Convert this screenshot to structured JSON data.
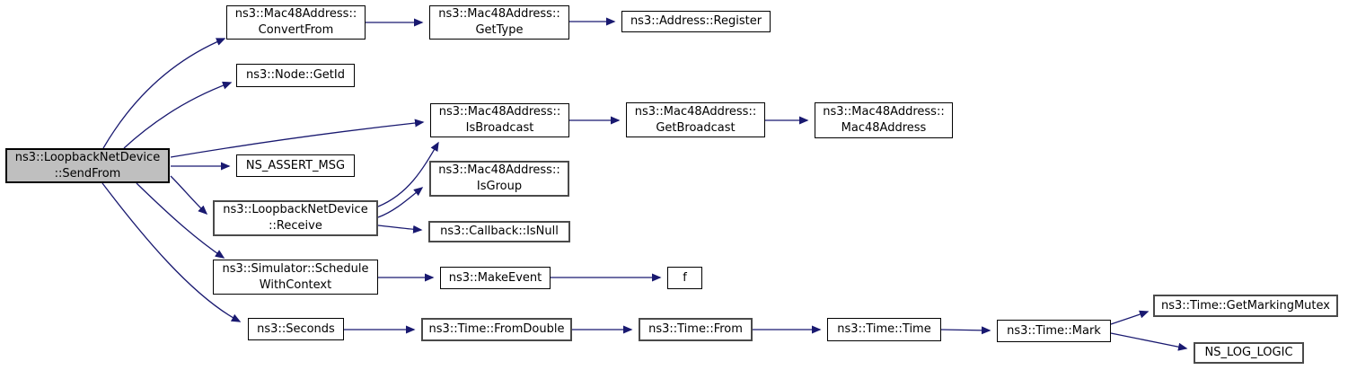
{
  "graph": {
    "title": "call graph for ns3::LoopbackNetDevice::SendFrom",
    "colors": {
      "edge": "#191970",
      "node_border": "#000000",
      "emphasized_border": "#4a4a4a",
      "main_node_fill": "#bfbfbf",
      "node_fill": "#ffffff"
    },
    "nodes": {
      "sendfrom": {
        "label": "ns3::LoopbackNetDevice\n::SendFrom"
      },
      "convertfrom": {
        "label": "ns3::Mac48Address::\nConvertFrom"
      },
      "gettype": {
        "label": "ns3::Mac48Address::\nGetType"
      },
      "register": {
        "label": "ns3::Address::Register"
      },
      "getid": {
        "label": "ns3::Node::GetId"
      },
      "isbroadcast": {
        "label": "ns3::Mac48Address::\nIsBroadcast"
      },
      "getbroadcast": {
        "label": "ns3::Mac48Address::\nGetBroadcast"
      },
      "mac48address": {
        "label": "ns3::Mac48Address::\nMac48Address"
      },
      "nsassertmsg": {
        "label": "NS_ASSERT_MSG"
      },
      "isgroup": {
        "label": "ns3::Mac48Address::\nIsGroup"
      },
      "receive": {
        "label": "ns3::LoopbackNetDevice\n::Receive"
      },
      "isnull": {
        "label": "ns3::Callback::IsNull"
      },
      "schedulewithcontext": {
        "label": "ns3::Simulator::Schedule\nWithContext"
      },
      "makeevent": {
        "label": "ns3::MakeEvent"
      },
      "f": {
        "label": "f"
      },
      "seconds": {
        "label": "ns3::Seconds"
      },
      "fromdouble": {
        "label": "ns3::Time::FromDouble"
      },
      "from": {
        "label": "ns3::Time::From"
      },
      "time": {
        "label": "ns3::Time::Time"
      },
      "mark": {
        "label": "ns3::Time::Mark"
      },
      "getmarkingmutex": {
        "label": "ns3::Time::GetMarkingMutex"
      },
      "nsloglogic": {
        "label": "NS_LOG_LOGIC"
      }
    },
    "edges": [
      {
        "from": "sendfrom",
        "to": "convertfrom"
      },
      {
        "from": "sendfrom",
        "to": "getid"
      },
      {
        "from": "sendfrom",
        "to": "isbroadcast"
      },
      {
        "from": "sendfrom",
        "to": "nsassertmsg"
      },
      {
        "from": "sendfrom",
        "to": "receive"
      },
      {
        "from": "sendfrom",
        "to": "schedulewithcontext"
      },
      {
        "from": "sendfrom",
        "to": "seconds"
      },
      {
        "from": "convertfrom",
        "to": "gettype"
      },
      {
        "from": "gettype",
        "to": "register"
      },
      {
        "from": "isbroadcast",
        "to": "getbroadcast"
      },
      {
        "from": "getbroadcast",
        "to": "mac48address"
      },
      {
        "from": "receive",
        "to": "isbroadcast"
      },
      {
        "from": "receive",
        "to": "isgroup"
      },
      {
        "from": "receive",
        "to": "isnull"
      },
      {
        "from": "schedulewithcontext",
        "to": "makeevent"
      },
      {
        "from": "makeevent",
        "to": "f"
      },
      {
        "from": "seconds",
        "to": "fromdouble"
      },
      {
        "from": "fromdouble",
        "to": "from"
      },
      {
        "from": "from",
        "to": "time"
      },
      {
        "from": "time",
        "to": "mark"
      },
      {
        "from": "mark",
        "to": "getmarkingmutex"
      },
      {
        "from": "mark",
        "to": "nsloglogic"
      }
    ]
  }
}
